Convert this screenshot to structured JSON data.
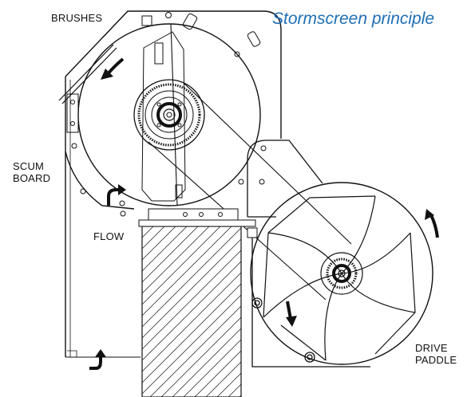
{
  "title": "Stormscreen principle",
  "labels": {
    "brushes": "BRUSHES",
    "scum_board": "SCUM\nBOARD",
    "flow": "FLOW",
    "drive_paddle": "DRIVE\nPADDLE"
  },
  "colors": {
    "title": "#1f6fb5",
    "line": "#111111",
    "background": "#ffffff"
  }
}
